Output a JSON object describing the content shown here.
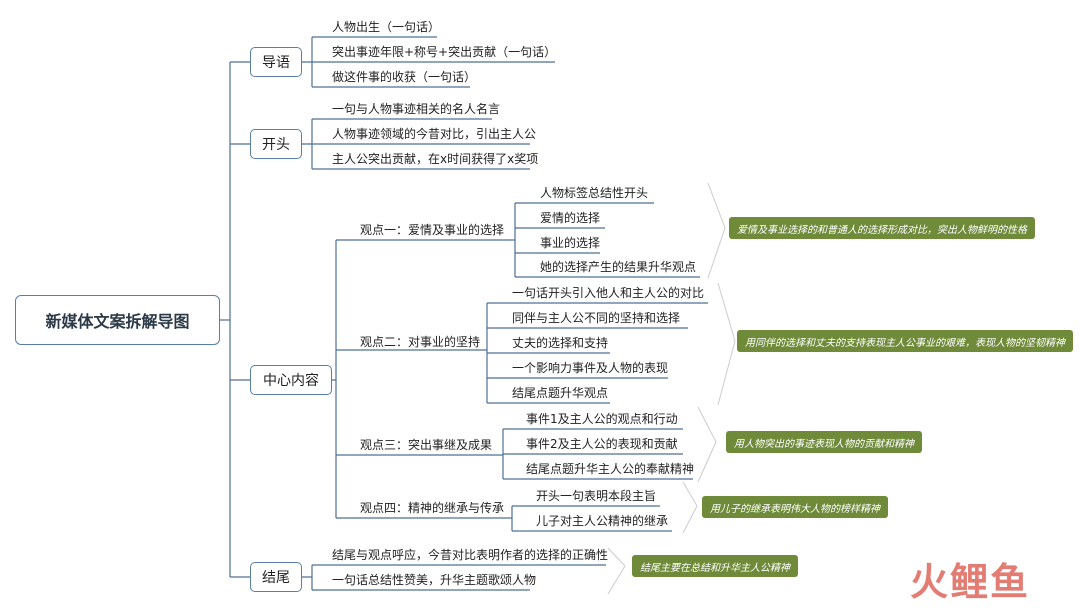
{
  "root": "新媒体文案拆解导图",
  "sections": {
    "intro": {
      "label": "导语",
      "items": [
        "人物出生（一句话）",
        "突出事迹年限+称号+突出贡献（一句话）",
        "做这件事的收获（一句话）"
      ]
    },
    "opening": {
      "label": "开头",
      "items": [
        "一句与人物事迹相关的名人名言",
        "人物事迹领域的今昔对比，引出主人公",
        "主人公突出贡献，在x时间获得了x奖项"
      ]
    },
    "body": {
      "label": "中心内容",
      "points": [
        {
          "label": "观点一：爱情及事业的选择",
          "items": [
            "人物标签总结性开头",
            "爱情的选择",
            "事业的选择",
            "她的选择产生的结果升华观点"
          ],
          "note": "爱情及事业选择的和普通人的选择形成对比，突出人物鲜明的性格"
        },
        {
          "label": "观点二：对事业的坚持",
          "items": [
            "一句话开头引入他人和主人公的对比",
            "同伴与主人公不同的坚持和选择",
            "丈夫的选择和支持",
            "一个影响力事件及人物的表现",
            "结尾点题升华观点"
          ],
          "note": "用同伴的选择和丈夫的支持表现主人公事业的艰难，表现人物的坚韧精神"
        },
        {
          "label": "观点三：突出事继及成果",
          "items": [
            "事件1及主人公的观点和行动",
            "事件2及主人公的表现和贡献",
            "结尾点题升华主人公的奉献精神"
          ],
          "note": "用人物突出的事迹表现人物的贡献和精神"
        },
        {
          "label": "观点四：精神的继承与传承",
          "items": [
            "开头一句表明本段主旨",
            "儿子对主人公精神的继承"
          ],
          "note": "用儿子的继承表明伟大人物的榜样精神"
        }
      ]
    },
    "ending": {
      "label": "结尾",
      "items": [
        "结尾与观点呼应，今昔对比表明作者的选择的正确性",
        "一句话总结性赞美，升华主题歌颂人物"
      ],
      "note": "结尾主要在总结和升华主人公精神"
    }
  },
  "watermark": "火鲤鱼",
  "colors": {
    "connector": "#4f6f95",
    "note_bg": "#6f8b3a",
    "bracket": "#cccccc"
  }
}
